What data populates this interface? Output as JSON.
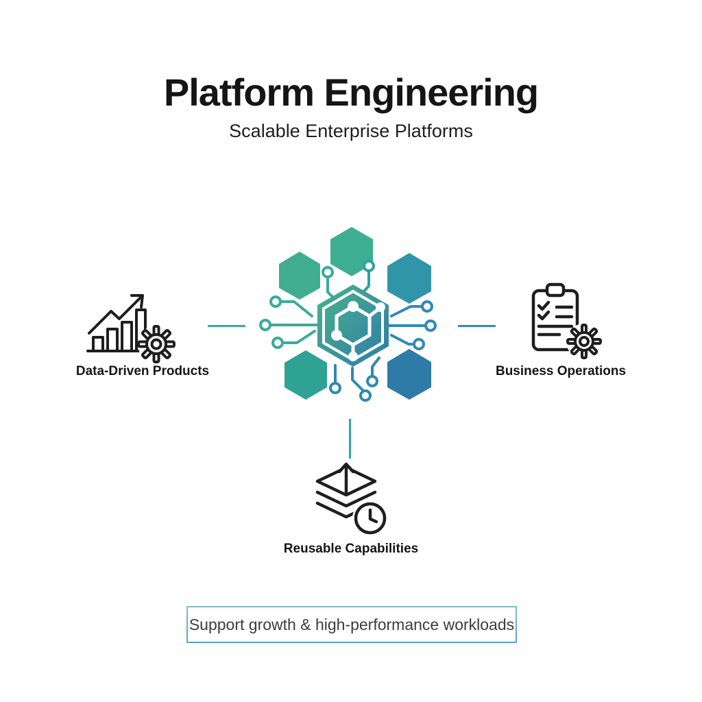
{
  "header": {
    "title": "Platform Engineering",
    "subtitle": "Scalable Enterprise Platforms"
  },
  "center": {
    "icon": "hexagon-circuit-icon"
  },
  "nodes": [
    {
      "label": "Data-Driven Products",
      "icon": "bar-chart-growth-gear-icon"
    },
    {
      "label": "Business Operations",
      "icon": "clipboard-checklist-gear-icon"
    },
    {
      "label": "Reusable Capabilities",
      "icon": "layers-clock-icon"
    }
  ],
  "footer": {
    "banner": "Support growth & high-performance workloads"
  },
  "colors": {
    "teal": "#3BAC9A",
    "blue": "#3189BE",
    "hex_gradient_start": "#4BB28A",
    "hex_gradient_end": "#2E7CA9",
    "ink": "#1E1E1E",
    "banner_border_top": "#86BCC0",
    "banner_border_bottom": "#5BA2C9"
  }
}
